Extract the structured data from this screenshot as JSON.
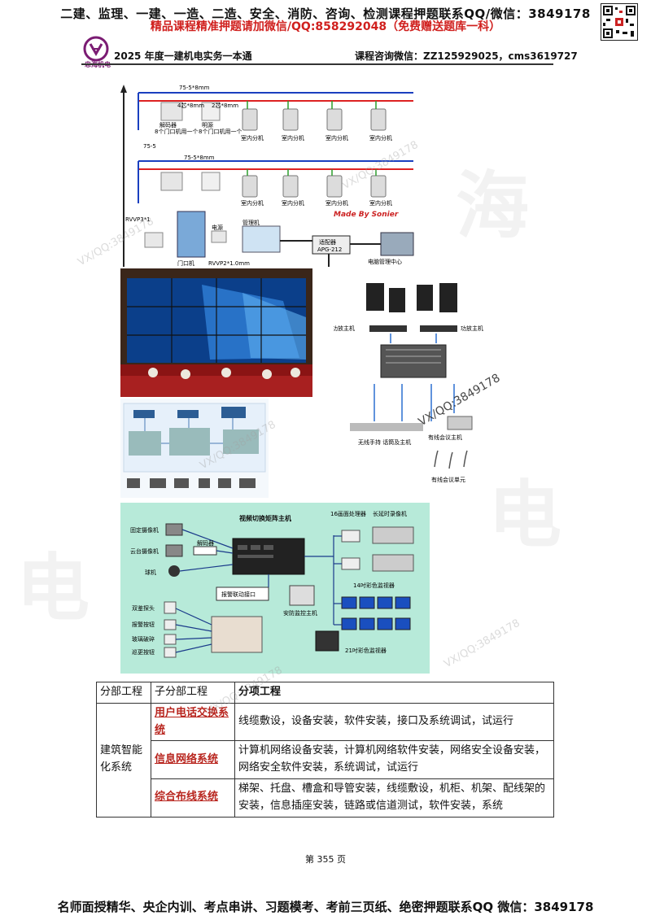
{
  "banner": {
    "line1": "二建、监理、一建、一造、二造、安全、消防、咨询、检测课程押题联系QQ/微信：3849178",
    "line2": "精品课程精准押题请加微信/QQ:858292048（免费赠送题库一科）"
  },
  "header": {
    "logo_text": "忠海机电",
    "title": "2025 年度一建机电实务一本通",
    "contact": "课程咨询微信：ZZ125929025，cms3619727"
  },
  "diagram_intercom": {
    "cable_top": "75-5*8mm",
    "cable_mid": "75-5*8mm",
    "cable_side": "75-5",
    "label_4": "4芯*8mm",
    "label_2": "2芯*8mm",
    "decoder": "解码器",
    "decoder_sub": "8个门口机用一个",
    "lightning": "明源",
    "lightning_sub": "8个门口机用一个",
    "indoor": "室内分机",
    "made_by": "Made By Sonier",
    "rvvp": "RVVP3*1",
    "door_unit": "门口机",
    "rvvp2": "RVVP2*1.0mm",
    "guard": "管理机",
    "power": "电源",
    "adapter": "适配器",
    "adapter_model": "APG-212",
    "center": "电脑管理中心"
  },
  "diagram_audio": {
    "amp1": "功放主机",
    "amp2": "功放主机",
    "mic": "无线手持\n话筒及主机",
    "conf_host": "有线会议主机",
    "conf_unit": "有线会议单元"
  },
  "diagram_cctv": {
    "fixed_cam": "固定摄像机",
    "ptz_cam": "云台摄像机",
    "dome": "球机",
    "decoder": "解码器",
    "matrix": "视频切换矩阵主机",
    "processor": "16画面处理器",
    "recorder": "长延时录像机",
    "alarm_iface": "报警联动接口",
    "monitor14": "14吋彩色监视器",
    "monitor21": "21吋彩色监视器",
    "host": "安防监控主机",
    "detector": "双鉴探头",
    "alarm_btn": "报警按钮",
    "glass": "玻璃破碎",
    "patrol": "巡更按钮"
  },
  "table": {
    "headers": [
      "分部工程",
      "子分部工程",
      "分项工程"
    ],
    "division": "建筑智能化系统",
    "rows": [
      {
        "sub": "用户电话交换系统",
        "items": "线缆敷设，设备安装，软件安装，接口及系统调试，试运行"
      },
      {
        "sub": "信息网络系统",
        "items": "计算机网络设备安装，计算机网络软件安装，网络安全设备安装，网络安全软件安装，系统调试，试运行"
      },
      {
        "sub": "综合布线系统",
        "items": "梯架、托盘、槽盒和导管安装，线缆敷设，机柜、机架、配线架的安装，信息插座安装，链路或信道测试，软件安装，系统"
      }
    ]
  },
  "page_number": "第 355 页",
  "footer": {
    "line": "名师面授精华、央企内训、考点串讲、习题模考、考前三页纸、绝密押题联系QQ 微信：3849178"
  },
  "watermark": "VX/QQ:3849178"
}
